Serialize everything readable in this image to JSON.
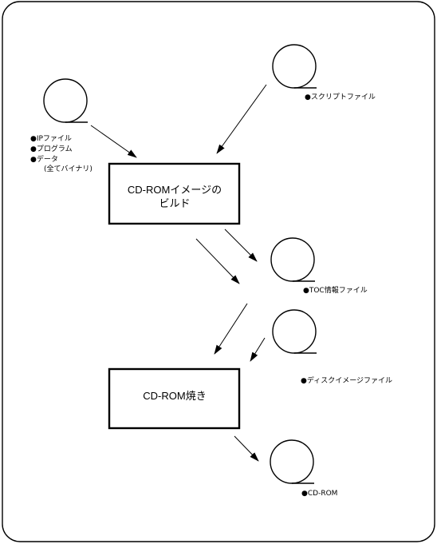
{
  "diagram": {
    "processes": {
      "build": {
        "line1": "CD-ROMイメージの",
        "line2": "ビルド"
      },
      "burn": {
        "label": "CD-ROM焼き"
      }
    },
    "nodes": {
      "inputs": {
        "items": [
          "●IPファイル",
          "●プログラム",
          "●データ",
          "(全てバイナリ)"
        ]
      },
      "script": {
        "label": "●スクリプトファイル"
      },
      "toc": {
        "label": "●TOC情報ファイル"
      },
      "disk_image": {
        "label": "●ディスクイメージファイル"
      },
      "cdrom": {
        "label": "●CD-ROM"
      }
    }
  }
}
